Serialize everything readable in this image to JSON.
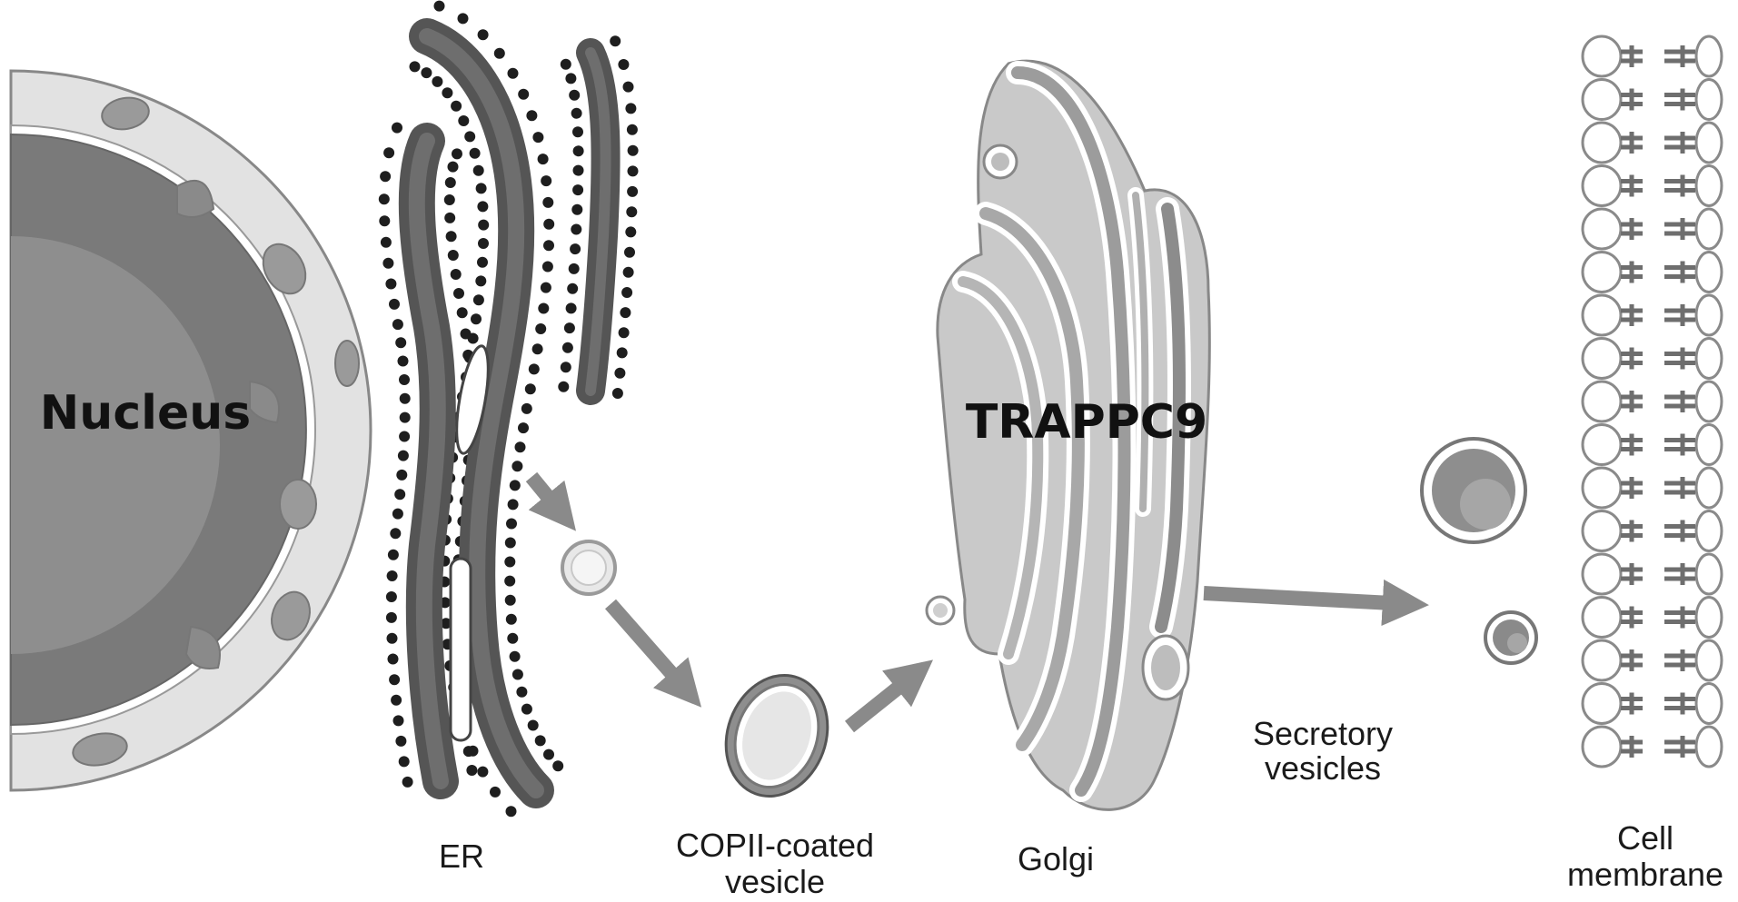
{
  "labels": {
    "nucleus": "Nucleus",
    "trappc9": "TRAPPC9",
    "er": "ER",
    "copii_line1": "COPII-coated",
    "copii_line2": "vesicle",
    "golgi": "Golgi",
    "secretory_line1": "Secretory",
    "secretory_line2": "vesicles",
    "membrane_line1": "Cell",
    "membrane_line2": "membrane"
  },
  "colors": {
    "dark": "#5e5e5e",
    "mid": "#8c8c8c",
    "light": "#cfcfcf",
    "pale": "#e6e6e6",
    "arrow": "#8a8a8a",
    "ribosome": "#1e1e1e"
  }
}
